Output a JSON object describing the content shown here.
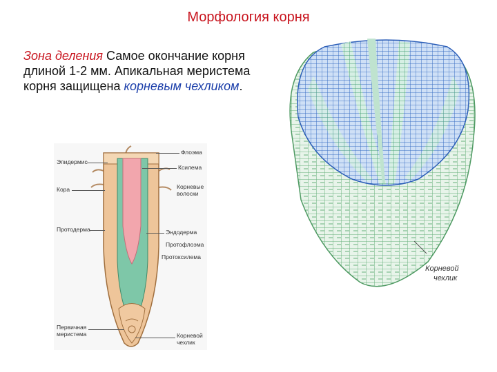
{
  "title": "Морфология корня",
  "description": {
    "term": "Зона деления",
    "text1": " Самое окончание корня длиной 1-2 мм. Апикальная меристема корня защищена ",
    "term2": "корневым чехликом",
    "text2": "."
  },
  "left_diagram": {
    "labels_left": [
      "Эпидермис",
      "Кора",
      "Протодерма",
      "Первичная меристема"
    ],
    "labels_right": [
      "Флоэма",
      "Ксилема",
      "Корневые волоски",
      "Эндодерма",
      "Протофлоэма",
      "Протоксилема",
      "Корневой чехлик"
    ]
  },
  "right_diagram": {
    "caption_line1": "Корневой",
    "caption_line2": "чехлик"
  },
  "colors": {
    "title": "#c8141e",
    "cortex": "#eec59a",
    "stele_pink": "#f2a6ad",
    "stele_green": "#7ec7a8",
    "meristem_blue": "#4a7fd1",
    "cap_green": "#66b07a"
  }
}
